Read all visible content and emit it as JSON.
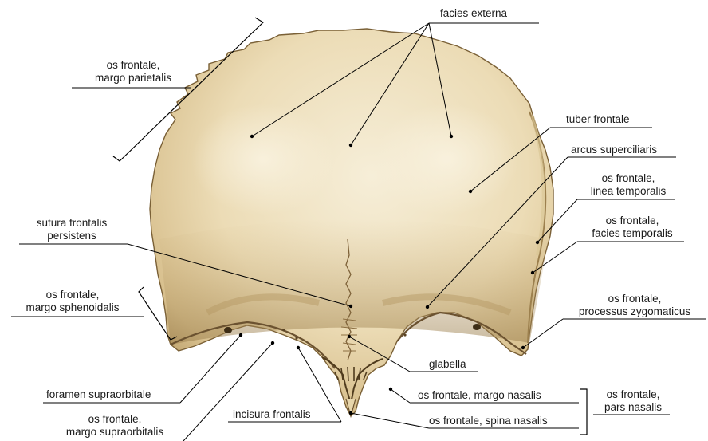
{
  "labels": {
    "facies_externa": "facies externa",
    "margo_parietalis_1": "os frontale,",
    "margo_parietalis_2": "margo parietalis",
    "tuber_frontale": "tuber frontale",
    "arcus_superciliaris": "arcus superciliaris",
    "linea_temporalis_1": "os frontale,",
    "linea_temporalis_2": "linea temporalis",
    "facies_temporalis_1": "os frontale,",
    "facies_temporalis_2": "facies temporalis",
    "sutura_1": "sutura frontalis",
    "sutura_2": "persistens",
    "margo_sphenoidalis_1": "os frontale,",
    "margo_sphenoidalis_2": "margo sphenoidalis",
    "processus_zygomaticus_1": "os frontale,",
    "processus_zygomaticus_2": "processus zygomaticus",
    "glabella": "glabella",
    "foramen_supraorbitale": "foramen supraorbitale",
    "margo_supraorbitalis_1": "os frontale,",
    "margo_supraorbitalis_2": "margo supraorbitalis",
    "incisura_frontalis": "incisura frontalis",
    "margo_nasalis": "os frontale, margo nasalis",
    "spina_nasalis": "os frontale, spina nasalis",
    "pars_nasalis_1": "os frontale,",
    "pars_nasalis_2": "pars nasalis"
  },
  "colors": {
    "bone_light": "#f3e8cd",
    "bone_mid": "#e6d3a8",
    "bone_shadow": "#b99d68",
    "bone_dark": "#5a4424",
    "leader": "#000000"
  }
}
